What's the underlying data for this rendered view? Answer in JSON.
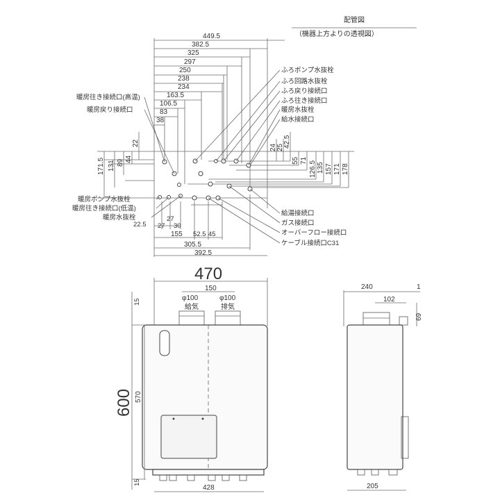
{
  "title": "配管図",
  "subtitle": "（機器上方よりの透視図）",
  "top_dims": [
    "449.5",
    "382.5",
    "325",
    "297",
    "250",
    "238",
    "234",
    "163.5",
    "106.5",
    "83",
    "38"
  ],
  "left_vert_dims": [
    "171.5",
    "131",
    "89",
    "44",
    "22"
  ],
  "right_vert_dims": [
    "24",
    "25",
    "42.5",
    "55",
    "71",
    "126.5",
    "135",
    "157",
    "171",
    "178"
  ],
  "bottom_small_dims": [
    "27",
    "27",
    "30",
    "22.5"
  ],
  "bottom_dims": [
    "155",
    "52.5",
    "45",
    "305.5",
    "392.5"
  ],
  "left_callouts": [
    "暖房往き接続口(高温)",
    "暖房戻り接続口",
    "暖房ポンプ水抜栓",
    "暖房往き接続口(低温)",
    "暖房水抜栓"
  ],
  "right_callouts_top": [
    "ふろポンプ水抜栓",
    "ふろ回路水抜栓",
    "ふろ戻り接続口",
    "ふろ往き接続口",
    "暖房水抜栓",
    "給水接続口"
  ],
  "right_callouts_bottom": [
    "給湯接続口",
    "ガス接続口",
    "オーバーフロー接続口",
    "ケーブル接続口C31"
  ],
  "front": {
    "width": "470",
    "height": "600",
    "pipe_span": "150",
    "intake_dia": "φ100",
    "intake_label": "給気",
    "exhaust_dia": "φ100",
    "exhaust_label": "排気",
    "top_offset": "15",
    "body_height": "570",
    "bottom_offset": "15",
    "bottom_width": "428"
  },
  "side": {
    "depth": "240",
    "edge": "1",
    "pipe_offset": "102",
    "pipe_height": "69",
    "bottom_depth": "205"
  }
}
